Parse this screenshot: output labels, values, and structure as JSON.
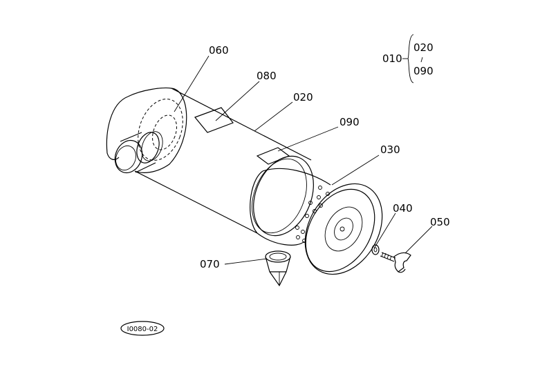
{
  "diagram": {
    "legend": {
      "assembly": "010",
      "members": [
        "020",
        "090"
      ]
    },
    "callouts": [
      {
        "id": "060"
      },
      {
        "id": "080"
      },
      {
        "id": "020"
      },
      {
        "id": "090"
      },
      {
        "id": "030"
      },
      {
        "id": "040"
      },
      {
        "id": "050"
      },
      {
        "id": "070"
      }
    ],
    "figure_code": "I0080-02"
  }
}
